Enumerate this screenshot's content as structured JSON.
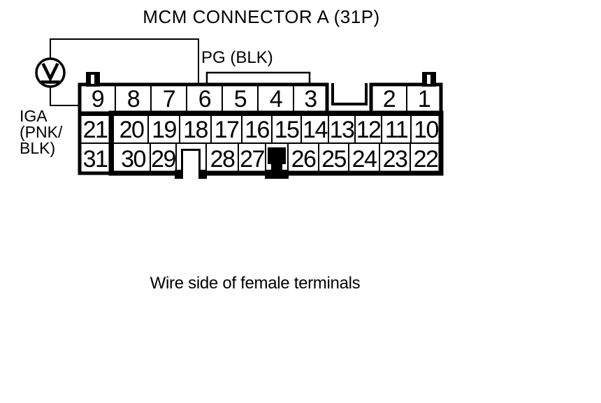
{
  "title": "MCM CONNECTOR A (31P)",
  "caption": "Wire side of female terminals",
  "labels": {
    "pg": "PG (BLK)",
    "iga_line1": "IGA",
    "iga_line2": "(PNK/",
    "iga_line3": "BLK)"
  },
  "colors": {
    "line": "#000000",
    "background": "#ffffff",
    "blocked_cavity": "#000000"
  },
  "icons": {
    "voltmeter": "voltmeter-icon"
  },
  "connector": {
    "row1": [
      "9",
      "8",
      "7",
      "6",
      "5",
      "4",
      "3",
      "2",
      "1"
    ],
    "row2": [
      "21",
      "20",
      "19",
      "18",
      "17",
      "16",
      "15",
      "14",
      "13",
      "12",
      "11",
      "10"
    ],
    "row3": [
      "31",
      "30",
      "29",
      "28",
      "27",
      "26",
      "25",
      "24",
      "23",
      "22"
    ]
  }
}
